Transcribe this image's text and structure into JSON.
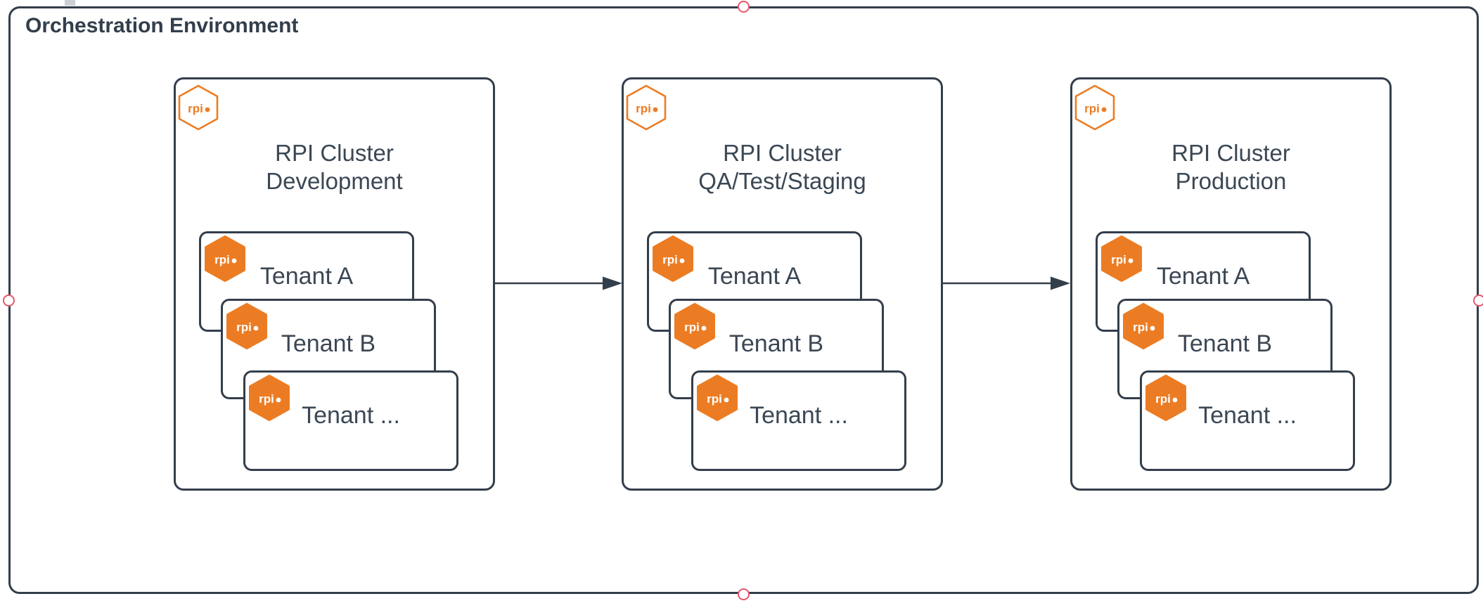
{
  "page": {
    "title": "Orchestration Environment"
  },
  "brand": {
    "logo_text": "rpi",
    "orange": "#EC7C23",
    "dark": "#333E4B",
    "handle_red": "#E4586D"
  },
  "clusters": [
    {
      "title_line1": "RPI Cluster",
      "title_line2": "Development",
      "tenants": [
        {
          "label": "Tenant A"
        },
        {
          "label": "Tenant B"
        },
        {
          "label": "Tenant ..."
        }
      ]
    },
    {
      "title_line1": "RPI Cluster",
      "title_line2": "QA/Test/Staging",
      "tenants": [
        {
          "label": "Tenant A"
        },
        {
          "label": "Tenant B"
        },
        {
          "label": "Tenant ..."
        }
      ]
    },
    {
      "title_line1": "RPI Cluster",
      "title_line2": "Production",
      "tenants": [
        {
          "label": "Tenant A"
        },
        {
          "label": "Tenant B"
        },
        {
          "label": "Tenant ..."
        }
      ]
    }
  ],
  "arrows": [
    {
      "from": "RPI Cluster Development",
      "to": "RPI Cluster QA/Test/Staging"
    },
    {
      "from": "RPI Cluster QA/Test/Staging",
      "to": "RPI Cluster Production"
    }
  ]
}
